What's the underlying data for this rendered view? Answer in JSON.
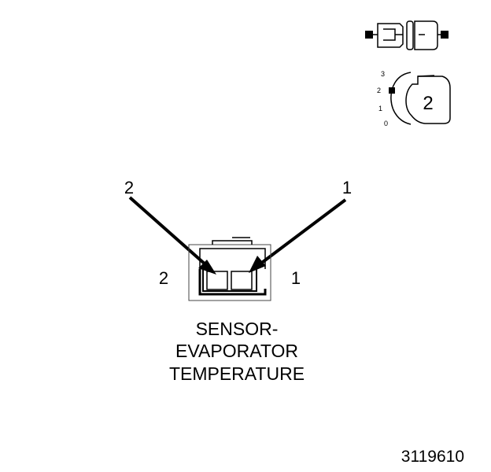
{
  "arrow_labels": {
    "pin2": "2",
    "pin1": "1"
  },
  "side_labels": {
    "pin2": "2",
    "pin1": "1"
  },
  "title_lines": [
    "SENSOR-",
    "EVAPORATOR",
    "TEMPERATURE"
  ],
  "figure_id": "3119610",
  "key_icon": {
    "scale": [
      "3",
      "2",
      "1",
      "0"
    ],
    "position_number": "2"
  }
}
